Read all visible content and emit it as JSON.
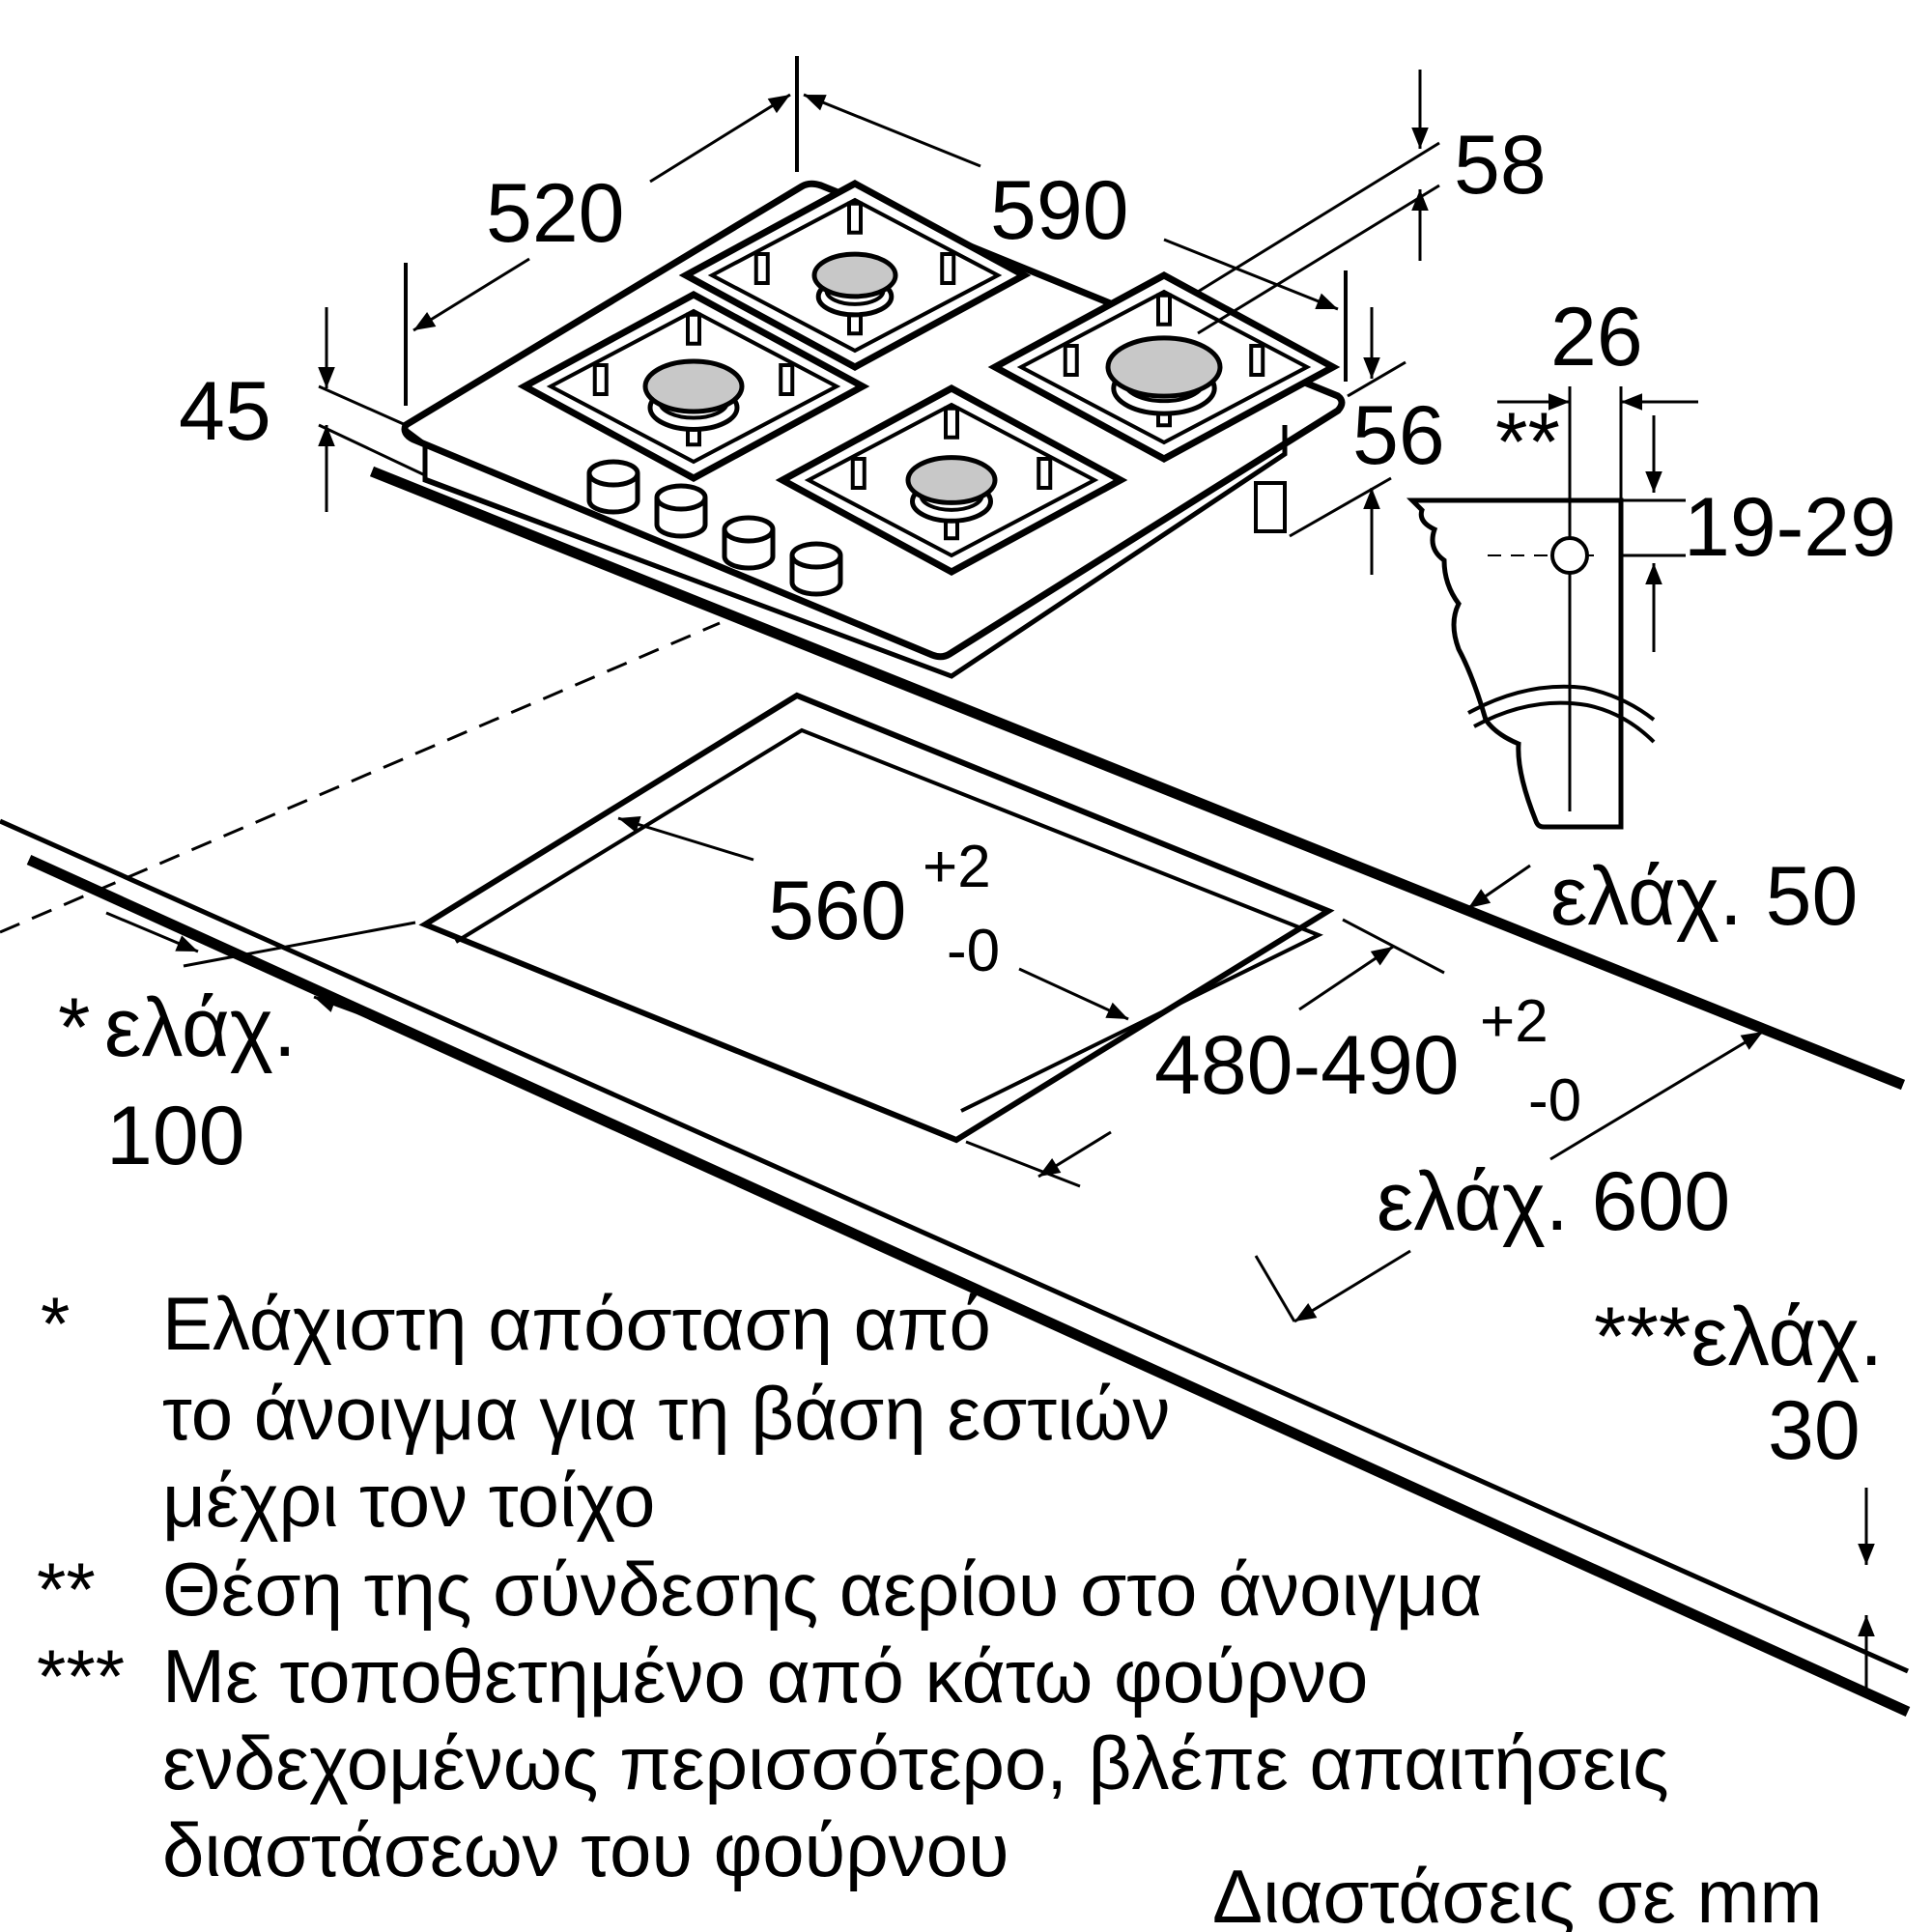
{
  "dimensions": {
    "depth": "520",
    "width": "590",
    "front_height": "45",
    "top_depth": "58",
    "rear_height": "56",
    "gas_offset": "26",
    "gas_height": "19-29",
    "cutout_width_base": "560",
    "cutout_width_plus": "+2",
    "cutout_width_minus": "-0",
    "cutout_depth_base": "480-490",
    "cutout_depth_plus": "+2",
    "cutout_depth_minus": "-0",
    "min_back": "ελάχ. 50",
    "min_side_star": "*",
    "min_side_label": "ελάχ.",
    "min_side_value": "100",
    "min_front": "ελάχ. 600",
    "min_oven_label": "***ελάχ.",
    "min_oven_value": "30",
    "gas_marker": "**"
  },
  "notes": [
    {
      "mark": "*",
      "lines": [
        "Ελάχιστη απόσταση από",
        "το άνοιγμα για τη βάση εστιών",
        "μέχρι τον τοίχο"
      ]
    },
    {
      "mark": "**",
      "lines": [
        "Θέση της σύνδεσης αερίου στο άνοιγμα"
      ]
    },
    {
      "mark": "***",
      "lines": [
        "Με τοποθετημένο από κάτω φούρνο",
        "ενδεχομένως περισσότερο, βλέπε απαιτήσεις",
        "διαστάσεων του φούρνου"
      ]
    }
  ],
  "units_note": "Διαστάσεις σε mm",
  "colors": {
    "line": "#000000",
    "burner_cap": "#c8c8c8",
    "background": "#ffffff"
  }
}
